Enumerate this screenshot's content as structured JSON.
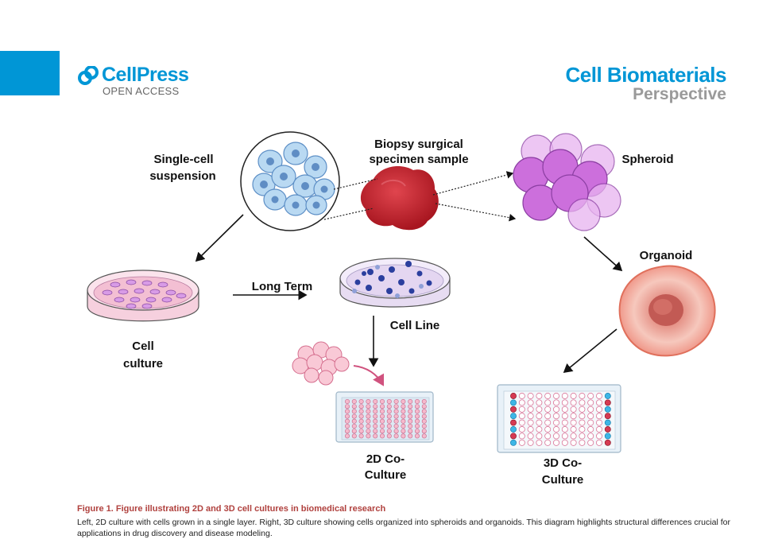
{
  "header": {
    "publisher": "CellPress",
    "publisher_sub": "OPEN ACCESS",
    "journal": "Cell Biomaterials",
    "article_type": "Perspective"
  },
  "figure": {
    "labels": {
      "single_cell": [
        "Single-cell",
        "suspension"
      ],
      "biopsy": [
        "Biopsy surgical",
        "specimen sample"
      ],
      "spheroid": "Spheroid",
      "organoid": "Organoid",
      "cell_culture": [
        "Cell",
        "culture"
      ],
      "long_term": "Long Term",
      "cell_line": "Cell Line",
      "co_culture_2d": [
        "2D Co-",
        "Culture"
      ],
      "co_culture_3d": [
        "3D Co-",
        "Culture"
      ]
    }
  },
  "caption": {
    "title": "Figure 1.  Figure illustrating 2D and 3D cell cultures in biomedical research",
    "body": "Left, 2D culture with cells grown in a single layer. Right, 3D culture showing cells organized into spheroids and organoids. This diagram highlights structural differences crucial for applications in drug discovery and disease modeling."
  },
  "colors": {
    "brand_blue": "#0096d6",
    "caption_title": "#b0413e"
  }
}
